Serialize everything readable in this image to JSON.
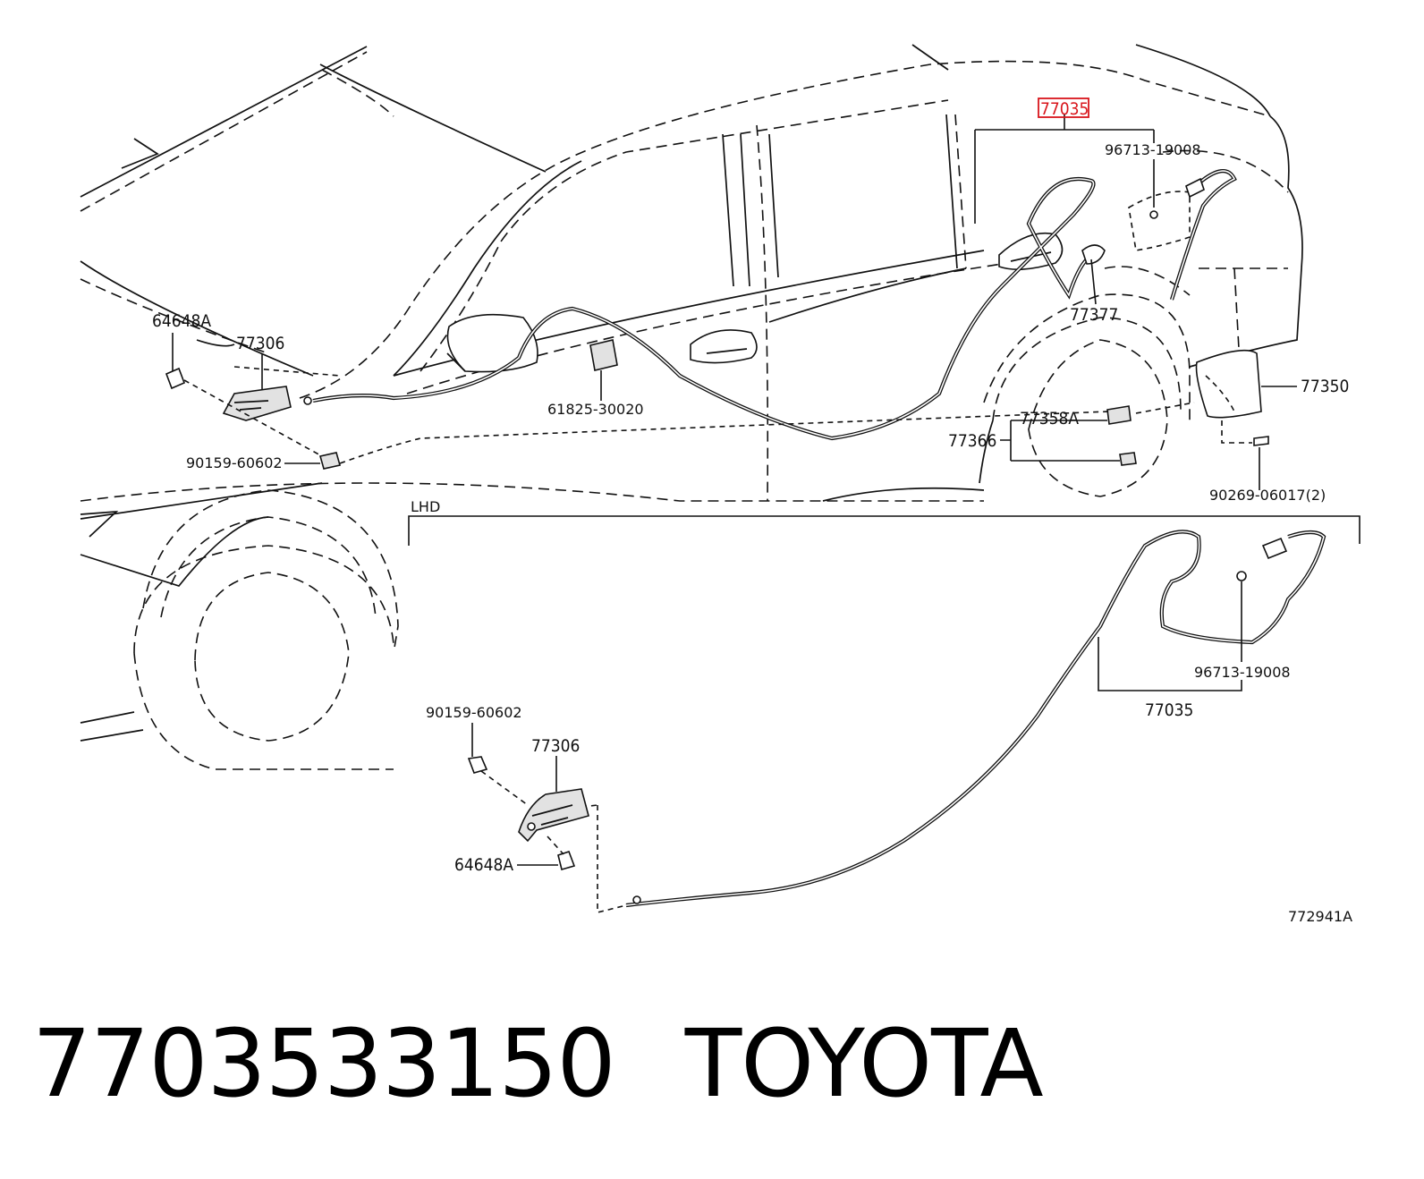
{
  "diagram": {
    "lhd_label": "LHD",
    "reference_code": "772941A",
    "callouts": {
      "p77035_top": "77035",
      "p96713_top": "96713-19008",
      "p77377": "77377",
      "p64648a_top": "64648A",
      "p77306_top": "77306",
      "p61825": "61825-30020",
      "p77350": "77350",
      "p77358a": "77358A",
      "p77366": "77366",
      "p90159_top": "90159-60602",
      "p90269": "90269-06017(2)",
      "p96713_bottom": "96713-19008",
      "p77035_bottom": "77035",
      "p90159_bottom": "90159-60602",
      "p77306_bottom": "77306",
      "p64648a_bottom": "64648A"
    },
    "highlight_color": "#d8151b"
  },
  "footer": {
    "part_number": "7703533150",
    "brand": "TOYOTA"
  }
}
